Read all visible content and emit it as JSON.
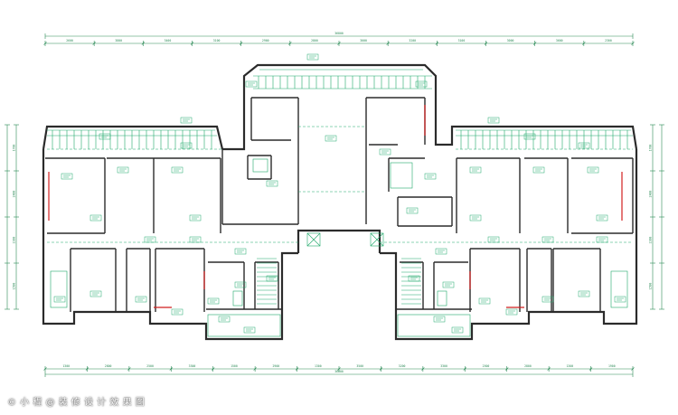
{
  "drawing": {
    "line_color": "#1fa86a",
    "wall_color": "#2b2b2b",
    "accent_red": "#d11f1f",
    "dim_color": "#2a8a56"
  },
  "dimensions": {
    "top_total": "36800",
    "top_segments": [
      "2600",
      "3800",
      "3400",
      "3100",
      "2900",
      "2800",
      "3000",
      "3200",
      "3100",
      "3000",
      "3600",
      "2300"
    ],
    "bottom_total": "36800",
    "bottom_segments": [
      "1300",
      "2800",
      "2500",
      "3300",
      "1500",
      "2900",
      "1300",
      "3500",
      "3200",
      "3300",
      "2500",
      "2800",
      "1300",
      "1900"
    ],
    "left_segments": [
      "1700",
      "2400",
      "2300",
      "1500"
    ],
    "right_segments": [
      "1700",
      "2400",
      "2300",
      "1500"
    ]
  },
  "watermark": {
    "text": "© 小 程 @ 装 修 设 计 效 果 图"
  }
}
